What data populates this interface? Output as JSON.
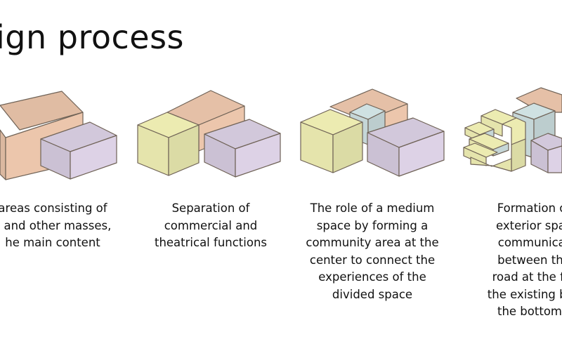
{
  "title": "ign process",
  "colors": {
    "peach": "#ecc6ac",
    "yellow": "#ecebb1",
    "lavender": "#ddd2e6",
    "mint": "#cfe1e2",
    "stroke": "#6f6256"
  },
  "steps": [
    {
      "caption_lines": [
        "areas consisting of",
        "s and other masses,",
        "he main content"
      ]
    },
    {
      "caption_lines": [
        "Separation of",
        "commercial and",
        "theatrical functions"
      ]
    },
    {
      "caption_lines": [
        "The role of a medium",
        "space by forming a",
        "community area at the",
        "center to connect the",
        "experiences of the",
        "divided space"
      ]
    },
    {
      "caption_lines": [
        "Formation of",
        "exterior spac",
        "communicat",
        "between the",
        "road at the fro",
        "the existing buil",
        "the bottom r"
      ]
    }
  ]
}
